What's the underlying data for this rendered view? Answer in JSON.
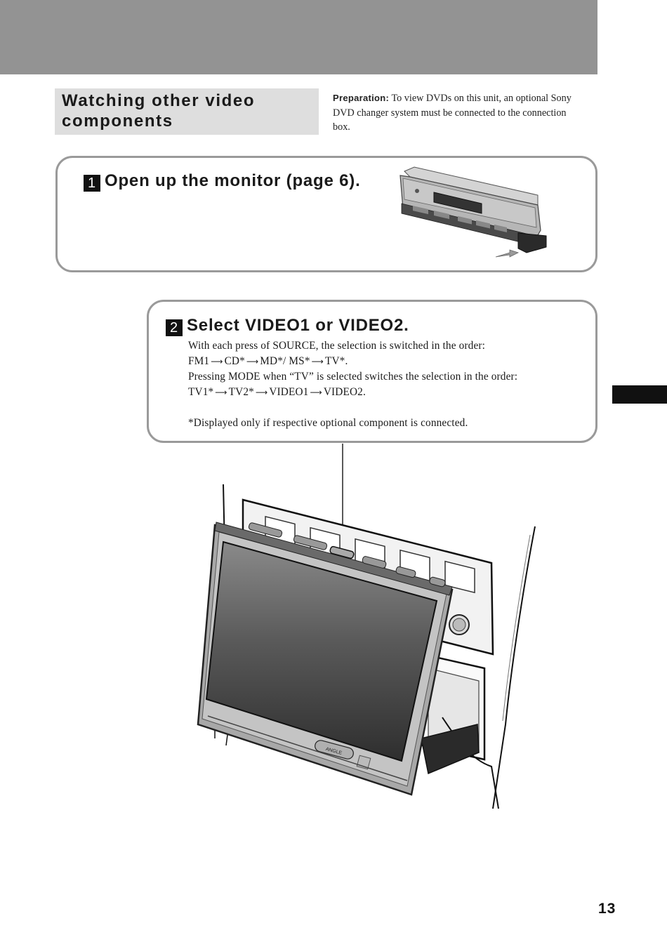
{
  "section": {
    "title_line1": "Watching other video",
    "title_line2": "components"
  },
  "preparation": {
    "label": "Preparation:",
    "text": " To view DVDs on this unit, an optional Sony DVD changer system must be connected to the connection box."
  },
  "step1": {
    "number": "1",
    "heading": "Open up the monitor (page 6)."
  },
  "step2": {
    "number": "2",
    "heading": "Select VIDEO1 or VIDEO2.",
    "line1": "With each press of SOURCE, the selection is switched in the order:",
    "order1": [
      "FM1",
      "CD*",
      "MD*/ MS*",
      "TV*."
    ],
    "line3": "Pressing MODE when “TV” is selected switches the selection in the order:",
    "order2": [
      "TV1*",
      "TV2*",
      "VIDEO1",
      "VIDEO2."
    ],
    "note": "*Displayed only if respective optional component is connected."
  },
  "illustration": {
    "angle_button": "ANGLE"
  },
  "page_number": "13"
}
